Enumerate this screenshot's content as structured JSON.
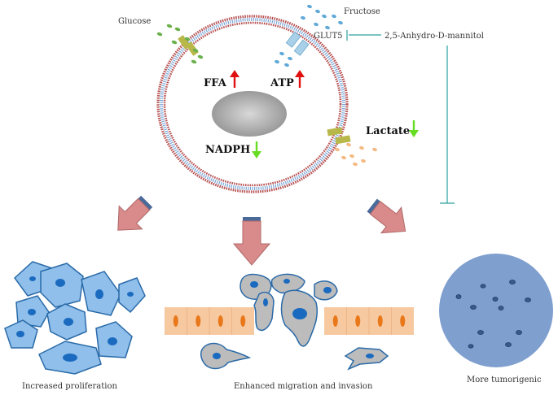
{
  "labels": {
    "glucose": "Glucose",
    "fructose": "Fructose",
    "glut5": "GLUT5",
    "inhibitor": "2,5-Anhydro-D-mannitol",
    "ffa": "FFA",
    "atp": "ATP",
    "nadph": "NADPH",
    "lactate": "Lactate",
    "proliferation": "Increased proliferation",
    "migration": "Enhanced migration and invasion",
    "tumorigenic": "More tumorigenic"
  },
  "colors": {
    "membrane_outer": "#b85050",
    "membrane_inner": "#7aa6d8",
    "nucleus": "#bdbdbd",
    "up_arrow": "#e01010",
    "down_arrow": "#66dd22",
    "glucose": "#6ab04c",
    "fructose": "#5fa8d8",
    "lactate": "#f5b880",
    "glut5": "#a8d0e8",
    "transporter": "#b8b84a",
    "block_arrow": "#d98a8a",
    "block_arrow_cap": "#4a6a9a",
    "inhibitor_line": "#2aa0a0",
    "cell_fill": "#8fbfea",
    "cell_stroke": "#2a6aa8",
    "cell_nucleus": "#1a6ac0",
    "migrating_fill": "#bcbcbc",
    "endothelium": "#f7c9a0",
    "endo_nucleus": "#e8781a",
    "tumor_fill": "#7f9fcf"
  }
}
